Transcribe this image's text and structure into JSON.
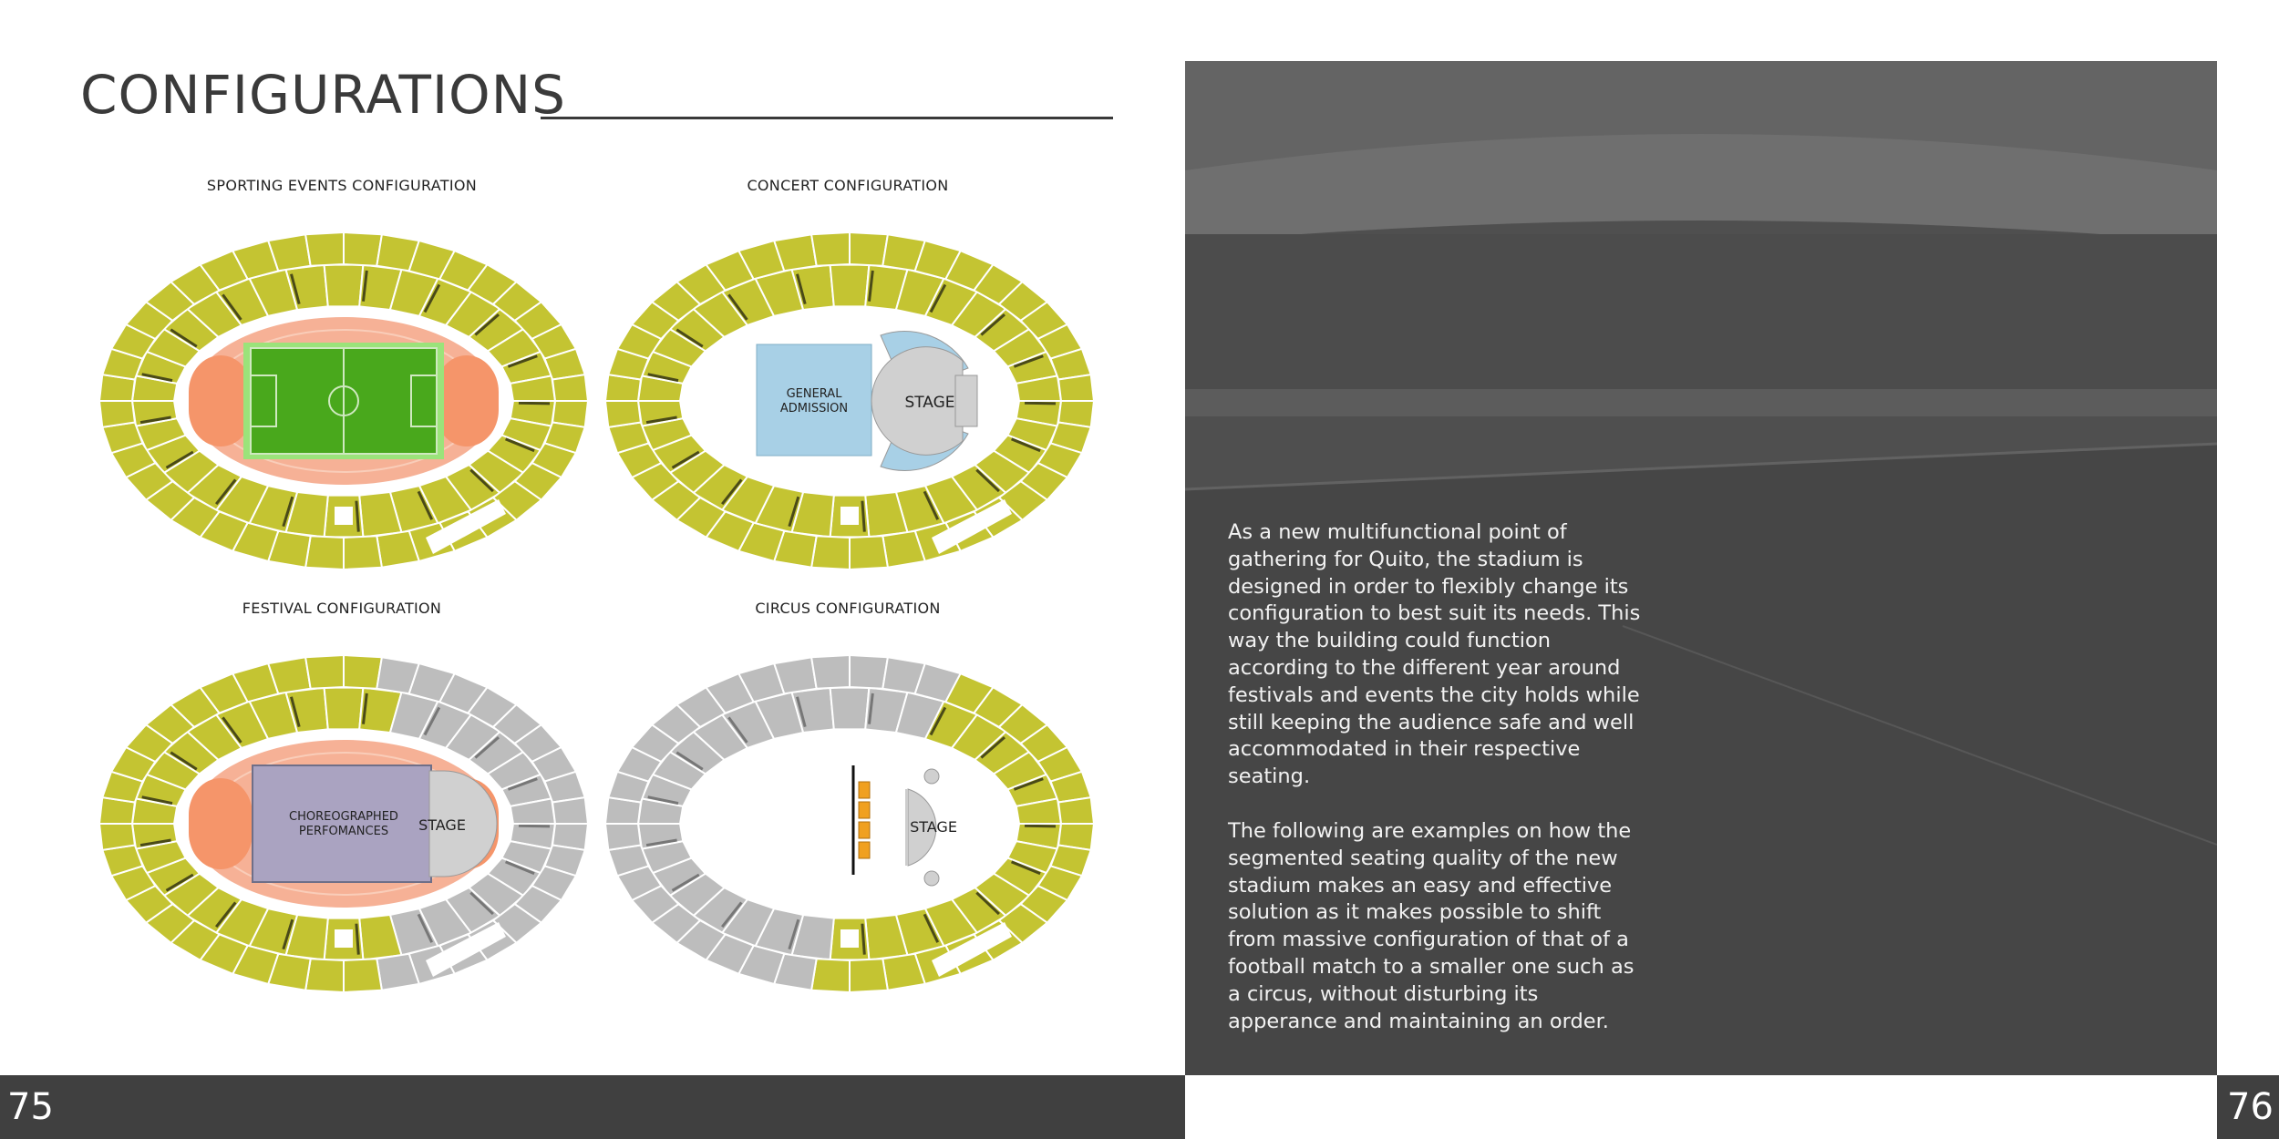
{
  "title": "CONFIGURATIONS",
  "configurations": {
    "sporting": {
      "label": "SPORTING EVENTS CONFIGURATION"
    },
    "concert": {
      "label": "CONCERT CONFIGURATION",
      "zone_general": "GENERAL",
      "zone_admission": "ADMISSION",
      "stage": "STAGE"
    },
    "festival": {
      "label": "FESTIVAL CONFIGURATION",
      "zone_line1": "CHOREOGRAPHED",
      "zone_line2": "PERFOMANCES",
      "stage": "STAGE"
    },
    "circus": {
      "label": "CIRCUS CONFIGURATION",
      "stage": "STAGE"
    }
  },
  "body": {
    "paragraph_1": "As a new multifunctional point of gathering for Quito, the stadium is designed in order to flexibly  change its configuration to best suit its needs. This way the building could function according to the different year around festivals and events the city holds while still keeping the audience safe and well accommodated in their respective seating.",
    "paragraph_2": "The following are examples on how the segmented seating quality of the new stadium makes an easy and effective solution  as it makes possible to shift from massive configuration of that of a football match to a smaller one such as a circus, without disturbing its apperance and maintaining an order."
  },
  "footer": {
    "page_left": "75",
    "page_right": "76"
  },
  "colors": {
    "seat": "#c4c432",
    "seat_dark": "#4a4a18",
    "seat_grey": "#bdbdbd",
    "track": "#f6b196",
    "track_end": "#f5956a",
    "pitch": "#49a81c",
    "pitch_edge": "#9be37a",
    "general_admission": "#a8d0e6",
    "performance": "#aaa3c1",
    "stage": "#d0d0d0",
    "circus_barrier": "#f0a020",
    "footer": "#404040",
    "photo_tint": "#5a5a5a"
  }
}
